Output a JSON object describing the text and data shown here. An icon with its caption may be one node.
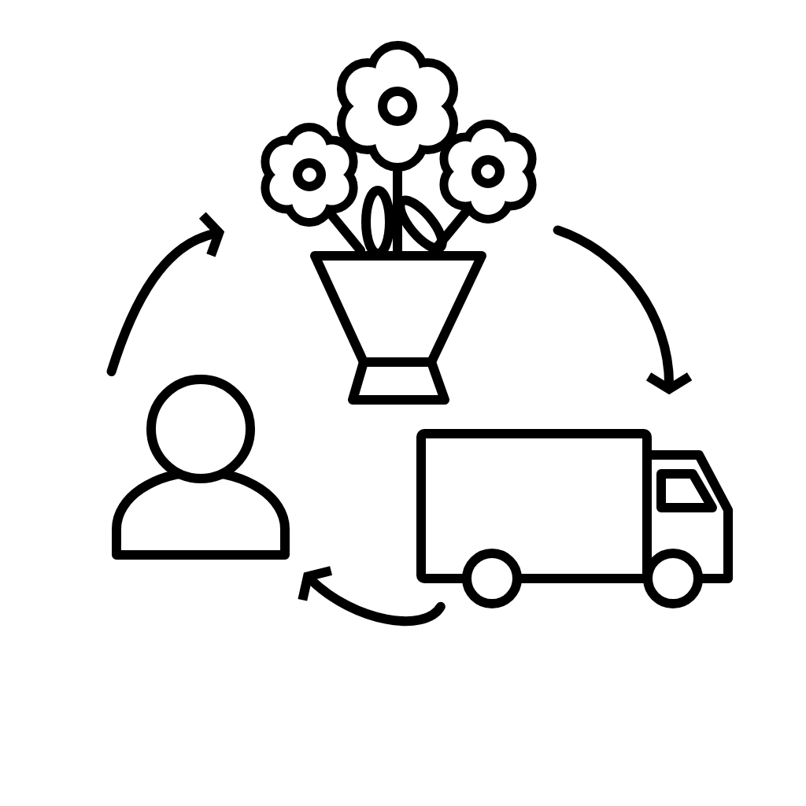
{
  "diagram": {
    "nodes": [
      {
        "text": [],
        "shape": "person"
      },
      {
        "text": [],
        "shape": "bouquet"
      },
      {
        "text": [],
        "shape": "truck"
      }
    ],
    "edges": [
      {
        "from": 0,
        "to": 1,
        "arrow": "to"
      },
      {
        "from": 1,
        "to": 2,
        "arrow": "to"
      },
      {
        "from": 2,
        "to": 0,
        "arrow": "to"
      }
    ]
  }
}
